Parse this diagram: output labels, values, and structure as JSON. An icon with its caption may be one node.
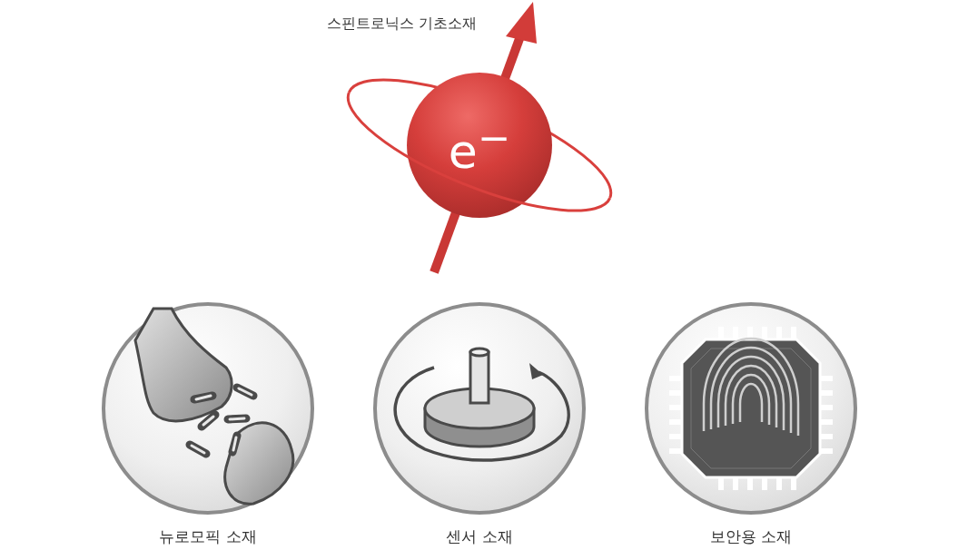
{
  "diagram": {
    "nodes": [
      {
        "text": [
          "스핀트로닉스 기초소재",
          "e$^{−}$"
        ]
      },
      {
        "text": [
          "뉴로모픽 소재"
        ]
      },
      {
        "text": [
          "센서 소재"
        ]
      },
      {
        "text": [
          "보안용 소재"
        ]
      }
    ]
  }
}
